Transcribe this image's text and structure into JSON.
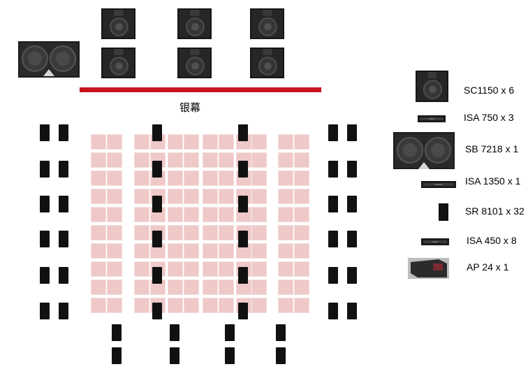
{
  "screen": {
    "label": "银幕"
  },
  "legend": [
    {
      "label": "SC1150 x 6",
      "icon": "sc1150-screen-speaker-icon"
    },
    {
      "label": "ISA 750 x 3",
      "icon": "isa-amplifier-icon"
    },
    {
      "label": "SB 7218 x 1",
      "icon": "sb7218-subwoofer-icon"
    },
    {
      "label": "ISA 1350 x 1",
      "icon": "isa-amplifier-icon"
    },
    {
      "label": "SR 8101 x 32",
      "icon": "sr8101-surround-speaker-icon"
    },
    {
      "label": "ISA 450 x 8",
      "icon": "isa-amplifier-icon"
    },
    {
      "label": "AP 24 x 1",
      "icon": "ap24-processor-icon"
    }
  ],
  "colors": {
    "screen_bar": "#c8141e",
    "seat": "#efc8c8",
    "speaker_body": "#111111"
  }
}
